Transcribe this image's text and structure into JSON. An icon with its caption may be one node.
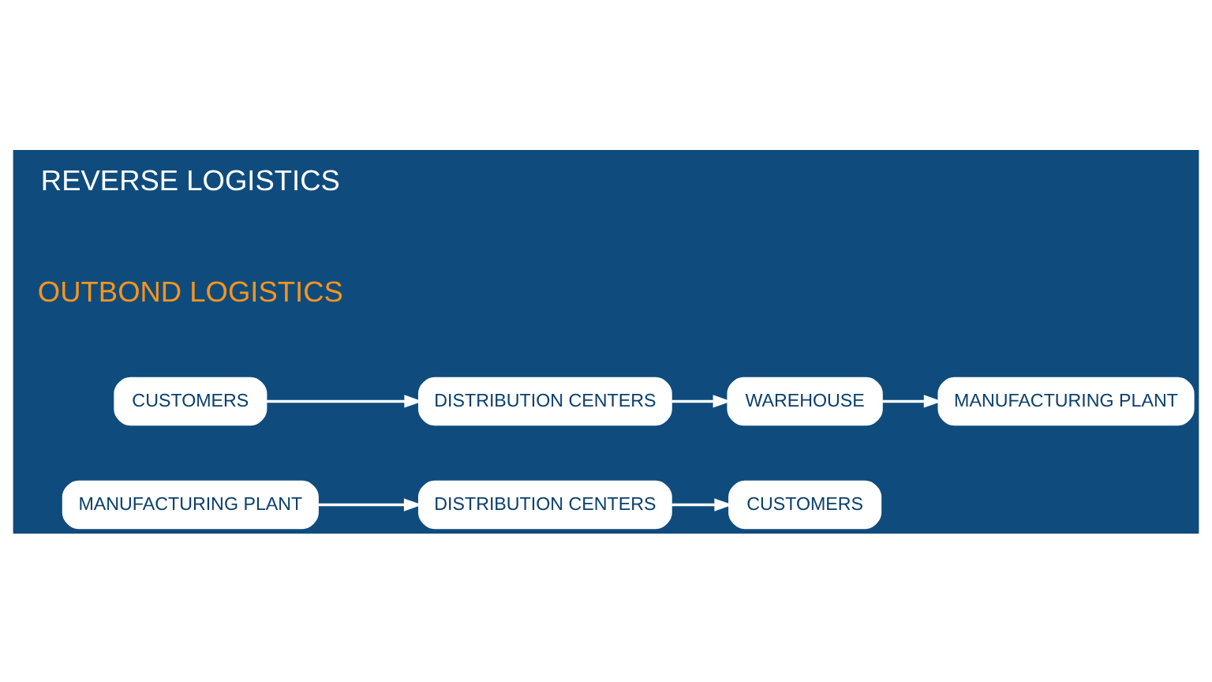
{
  "diagram": {
    "nodes": [
      {
        "text": [
          "MANUFACTURING PLANT"
        ]
      },
      {
        "text": [
          "DISTRIBUTION CENTERS"
        ]
      },
      {
        "text": [
          "CUSTOMERS"
        ]
      },
      {
        "text": [
          "MANUFACTURING PLANT"
        ]
      },
      {
        "text": [
          "WAREHOUSE"
        ]
      },
      {
        "text": [
          "DISTRIBUTION CENTERS"
        ]
      },
      {
        "text": [
          "CUSTOMERS"
        ]
      }
    ],
    "edges": [
      {
        "from": 0,
        "to": 1,
        "arrow": "to"
      },
      {
        "from": 1,
        "to": 2,
        "arrow": "to"
      },
      {
        "from": 6,
        "to": 5,
        "arrow": "to"
      },
      {
        "from": 5,
        "to": 4,
        "arrow": "to"
      },
      {
        "from": 4,
        "to": 3,
        "arrow": "to"
      }
    ],
    "labels": [
      "OUTBOND LOGISTICS",
      "REVERSE LOGISTICS"
    ]
  }
}
